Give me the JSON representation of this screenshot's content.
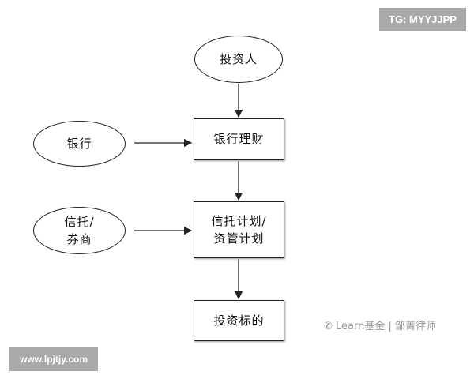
{
  "nodes": {
    "investor": "投资人",
    "bank": "银行",
    "bank_wm": "银行理财",
    "trust_broker": [
      "信托/",
      "券商"
    ],
    "trust_plan": [
      "信托计划/",
      "资管计划"
    ],
    "target": "投资标的"
  },
  "badges": {
    "tg": "TG: MYYJJPP",
    "site": "www.lpjtjy.com"
  },
  "watermark": "Learn基金 | 邹菁律师"
}
